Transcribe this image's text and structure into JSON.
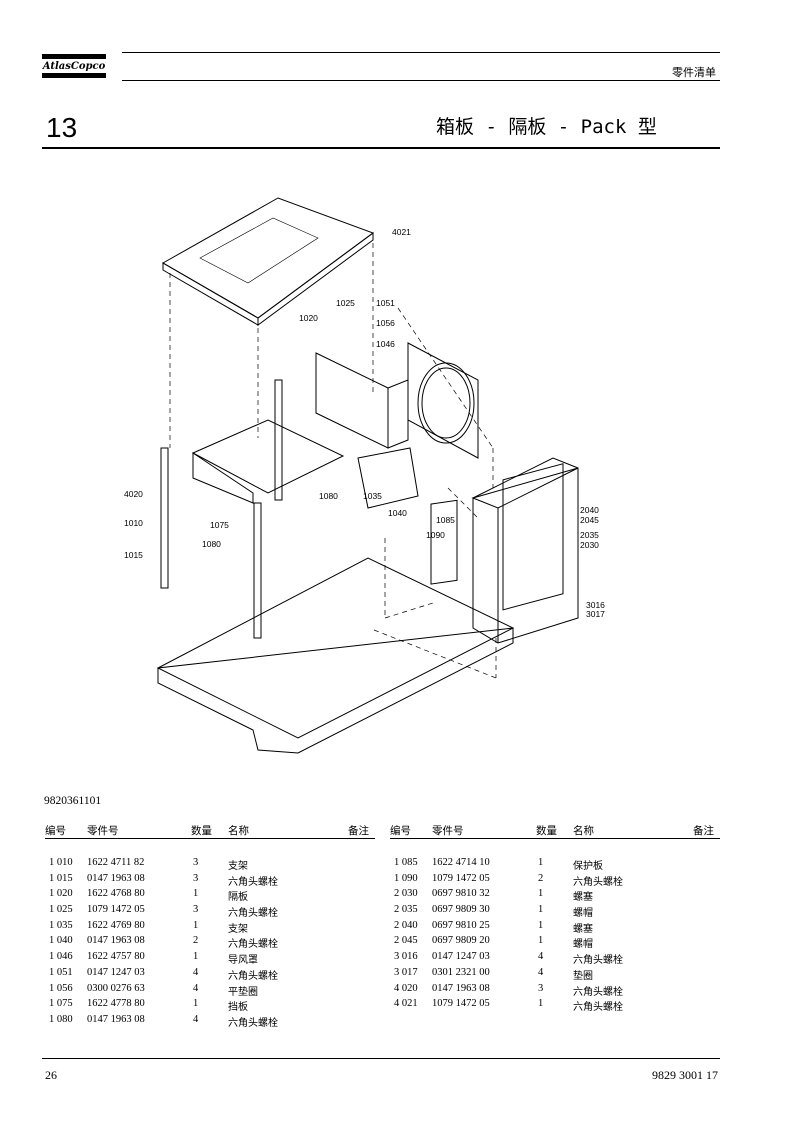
{
  "header": {
    "brand": "AtlasCopco",
    "doc_type": "零件清单"
  },
  "section": {
    "number": "13",
    "title": "箱板 - 隔板 - Pack 型"
  },
  "figure": {
    "drawing_id": "9820361101",
    "callouts": [
      "4021",
      "1025",
      "1051",
      "1056",
      "1020",
      "1046",
      "4020",
      "1010",
      "1015",
      "1075",
      "1080",
      "1080",
      "1035",
      "1040",
      "1085",
      "1090",
      "2040",
      "2045",
      "2035",
      "2030",
      "3016",
      "3017"
    ]
  },
  "table": {
    "headers": {
      "item": "编号",
      "part": "零件号",
      "qty": "数量",
      "name": "名称",
      "remarks": "备注"
    },
    "left_rows": [
      {
        "item": "1 010",
        "part": "1622 4711 82",
        "qty": "3",
        "name": "支架"
      },
      {
        "item": "1 015",
        "part": "0147 1963 08",
        "qty": "3",
        "name": "六角头螺栓"
      },
      {
        "item": "1 020",
        "part": "1622 4768 80",
        "qty": "1",
        "name": "隔板"
      },
      {
        "item": "1 025",
        "part": "1079 1472 05",
        "qty": "3",
        "name": "六角头螺栓"
      },
      {
        "item": "1 035",
        "part": "1622 4769 80",
        "qty": "1",
        "name": "支架"
      },
      {
        "item": "1 040",
        "part": "0147 1963 08",
        "qty": "2",
        "name": "六角头螺栓"
      },
      {
        "item": "1 046",
        "part": "1622 4757 80",
        "qty": "1",
        "name": "导风罩"
      },
      {
        "item": "1 051",
        "part": "0147 1247 03",
        "qty": "4",
        "name": "六角头螺栓"
      },
      {
        "item": "1 056",
        "part": "0300 0276 63",
        "qty": "4",
        "name": "平垫圈"
      },
      {
        "item": "1 075",
        "part": "1622 4778 80",
        "qty": "1",
        "name": "挡板"
      },
      {
        "item": "1 080",
        "part": "0147 1963 08",
        "qty": "4",
        "name": "六角头螺栓"
      }
    ],
    "right_rows": [
      {
        "item": "1 085",
        "part": "1622 4714 10",
        "qty": "1",
        "name": "保护板"
      },
      {
        "item": "1 090",
        "part": "1079 1472 05",
        "qty": "2",
        "name": "六角头螺栓"
      },
      {
        "item": "2 030",
        "part": "0697 9810 32",
        "qty": "1",
        "name": "螺塞"
      },
      {
        "item": "2 035",
        "part": "0697 9809 30",
        "qty": "1",
        "name": "螺帽"
      },
      {
        "item": "2 040",
        "part": "0697 9810 25",
        "qty": "1",
        "name": "螺塞"
      },
      {
        "item": "2 045",
        "part": "0697 9809 20",
        "qty": "1",
        "name": "螺帽"
      },
      {
        "item": "3 016",
        "part": "0147 1247 03",
        "qty": "4",
        "name": "六角头螺栓"
      },
      {
        "item": "3 017",
        "part": "0301 2321 00",
        "qty": "4",
        "name": "垫圈"
      },
      {
        "item": "4 020",
        "part": "0147 1963 08",
        "qty": "3",
        "name": "六角头螺栓"
      },
      {
        "item": "4 021",
        "part": "1079 1472 05",
        "qty": "1",
        "name": "六角头螺栓"
      }
    ]
  },
  "footer": {
    "page": "26",
    "doc_number": "9829 3001 17"
  }
}
